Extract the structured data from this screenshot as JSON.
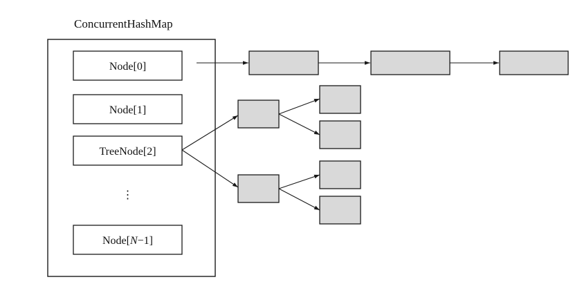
{
  "title": "ConcurrentHashMap",
  "slots": [
    {
      "label": "Node[0]"
    },
    {
      "label": "Node[1]"
    },
    {
      "label": "TreeNode[2]"
    },
    {
      "label": "⋮"
    },
    {
      "label_prefix": "Node[",
      "label_var": "N",
      "label_suffix": "−1]"
    }
  ],
  "colors": {
    "node_fill": "#d9d9d9",
    "stroke": "#1a1a1a",
    "slot_fill": "#ffffff"
  }
}
